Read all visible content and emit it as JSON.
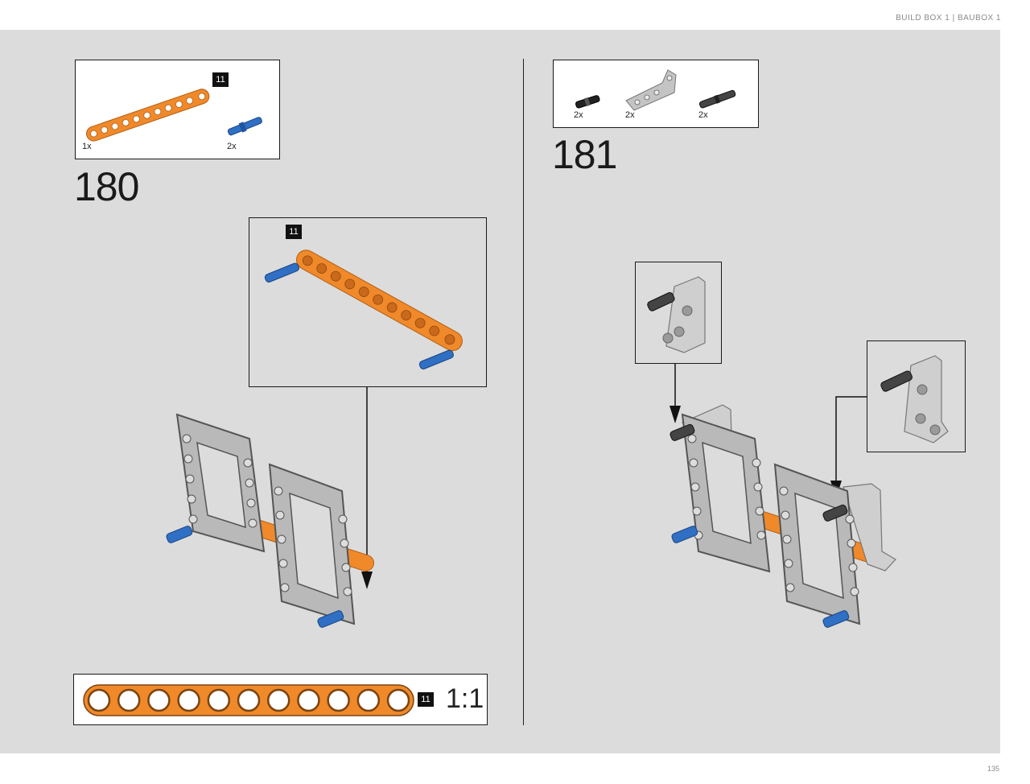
{
  "header": {
    "text": "BUILD BOX 1 | BAUBOX 1"
  },
  "page": {
    "number": "135"
  },
  "step180": {
    "number": "180",
    "parts": [
      {
        "qty": "1x",
        "name": "orange-beam-11",
        "length_badge": "11"
      },
      {
        "qty": "2x",
        "name": "blue-axle-pin"
      }
    ],
    "callout_badge": "11"
  },
  "step181": {
    "number": "181",
    "parts": [
      {
        "qty": "2x",
        "name": "black-friction-pin"
      },
      {
        "qty": "2x",
        "name": "gray-angled-beam"
      },
      {
        "qty": "2x",
        "name": "dark-axle-pin"
      }
    ]
  },
  "scale_ruler": {
    "badge": "11",
    "label": "1:1",
    "hole_count": 11
  },
  "colors": {
    "orange": "#f0892a",
    "blue": "#2f6fc4",
    "gray": "#b9b9b9",
    "dark_gray": "#555555",
    "background": "#dcdcdc"
  }
}
